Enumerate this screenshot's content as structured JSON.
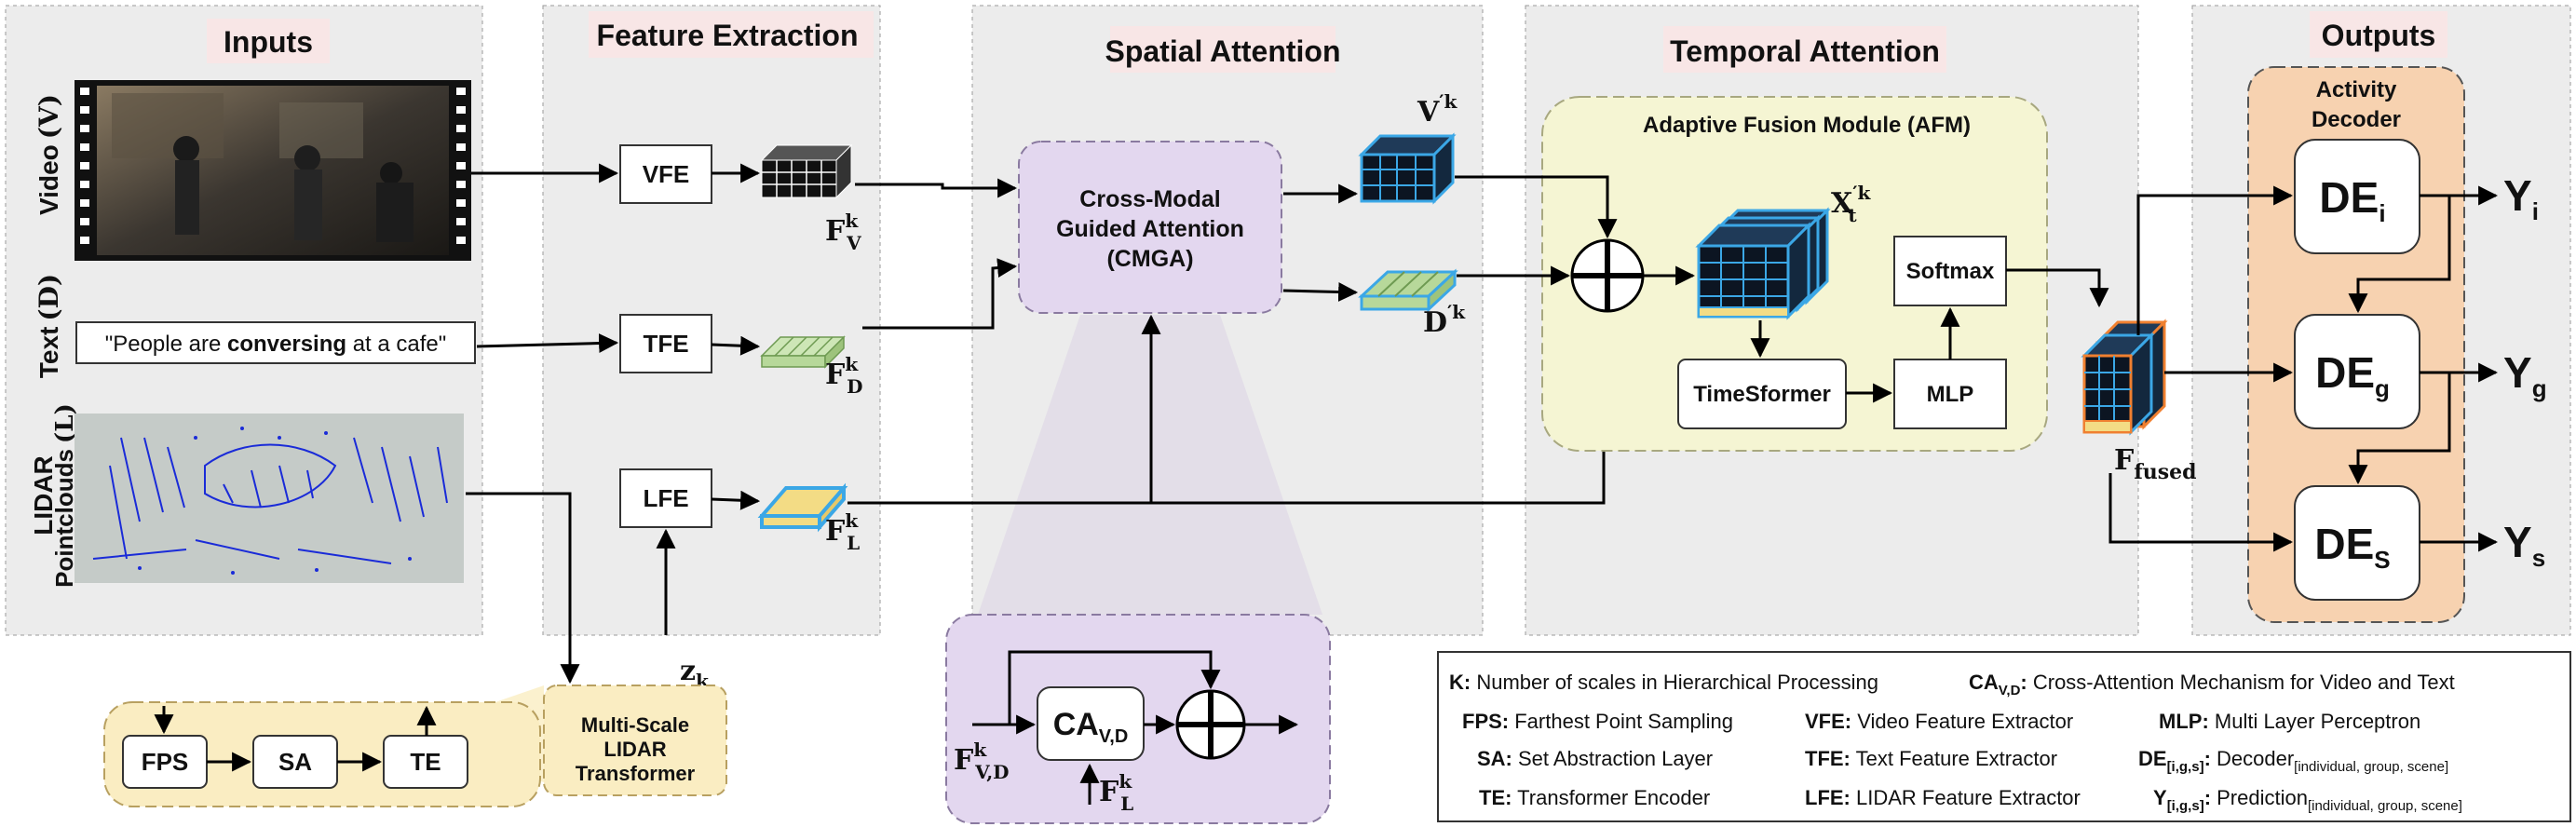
{
  "sections": {
    "inputs": "Inputs",
    "feature_extraction": "Feature Extraction",
    "spatial_attention": "Spatial Attention",
    "temporal_attention": "Temporal Attention",
    "outputs": "Outputs"
  },
  "inputs": {
    "video_label": "Video",
    "video_sym": "(V)",
    "text_label": "Text",
    "text_sym": "(D)",
    "lidar_label_1": "LIDAR",
    "lidar_label_2": "Pointclouds",
    "lidar_sym": "(L)",
    "text_prefix": "\"People are ",
    "text_bold": "conversing",
    "text_suffix": " at a cafe\""
  },
  "extractors": {
    "vfe": "VFE",
    "tfe": "TFE",
    "lfe": "LFE"
  },
  "features": {
    "fv": "F",
    "fv_sup": "k",
    "fv_sub": "V",
    "fd": "F",
    "fd_sup": "k",
    "fd_sub": "D",
    "fl": "F",
    "fl_sup": "k",
    "fl_sub": "L",
    "zk": "z",
    "zk_sub": "k"
  },
  "cmga": {
    "line1": "Cross-Modal",
    "line2": "Guided Attention",
    "line3": "(CMGA)"
  },
  "attended": {
    "v": "V",
    "v_sup": "′k",
    "d": "D",
    "d_sup": "′k"
  },
  "afm": {
    "title": "Adaptive Fusion Module (AFM)",
    "x": "X",
    "x_sup": "′k",
    "x_sub": "t",
    "softmax": "Softmax",
    "timesformer": "TimeSformer",
    "mlp": "MLP"
  },
  "fused": {
    "f": "F",
    "sub": "fused"
  },
  "decoder": {
    "title_1": "Activity",
    "title_2": "Decoder",
    "de": "DE",
    "sub_i": "i",
    "sub_g": "g",
    "sub_s": "S",
    "y": "Y",
    "y_i": "i",
    "y_g": "g",
    "y_s": "s"
  },
  "lidar_transformer": {
    "title_1": "Multi-Scale",
    "title_2": "LIDAR",
    "title_3": "Transformer",
    "fps": "FPS",
    "sa": "SA",
    "te": "TE"
  },
  "ca_detail": {
    "ca": "CA",
    "ca_sub": "V,D",
    "f_in": "F",
    "f_in_sup": "k",
    "f_in_sub": "V,D",
    "f_l": "F",
    "f_l_sup": "k",
    "f_l_sub": "L"
  },
  "legend": {
    "row1_a_key": "K:",
    "row1_a_val": " Number of scales in Hierarchical Processing",
    "row1_b_key": "CA",
    "row1_b_sub": "V,D",
    "row1_b_colon": ":",
    "row1_b_val": " Cross-Attention Mechanism for Video and Text",
    "fps_key": "FPS:",
    "fps_val": " Farthest Point Sampling",
    "vfe_key": "VFE:",
    "vfe_val": " Video Feature Extractor",
    "mlp_key": "MLP:",
    "mlp_val": " Multi Layer Perceptron",
    "sa_key": "SA:",
    "sa_val": " Set Abstraction Layer",
    "tfe_key": "TFE:",
    "tfe_val": " Text Feature Extractor",
    "de_key": "DE",
    "de_sub": "[i,g,s]",
    "de_colon": ":",
    "de_val": " Decoder",
    "de_val_sub": "[individual, group, scene]",
    "te_key": "TE:",
    "te_val": " Transformer Encoder",
    "lfe_key": "LFE:",
    "lfe_val": " LIDAR Feature Extractor",
    "y_key": "Y",
    "y_sub": "[i,g,s]",
    "y_colon": ":",
    "y_val": " Prediction",
    "y_val_sub": "[individual, group, scene]"
  },
  "colors": {
    "panel_bg": "#ececec",
    "title_bg": "#f8e6e6",
    "cmga_fill": "#e3d7ef",
    "afm_fill": "#f5f5d3",
    "decoder_fill": "#f7d2b0",
    "lidar_tf_fill": "#faedc2",
    "cube_blue_edge": "#3ba7e6",
    "text_feat_green": "#b7d89a",
    "lidar_feat_yellow": "#f3dc85",
    "lidar_points": "#1a2bd8"
  }
}
